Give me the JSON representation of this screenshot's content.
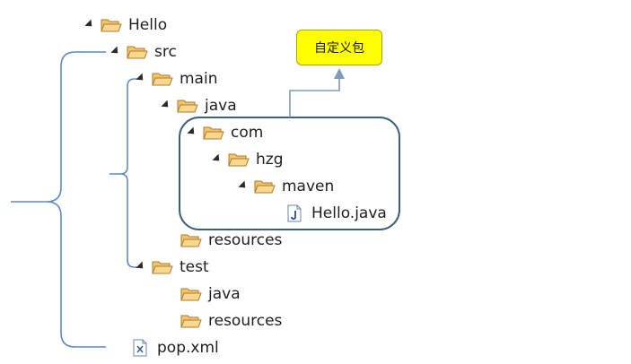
{
  "tree": {
    "hello": "Hello",
    "src": "src",
    "main": "main",
    "main_java": "java",
    "com": "com",
    "hzg": "hzg",
    "maven": "maven",
    "hello_java": "Hello.java",
    "main_resources": "resources",
    "test": "test",
    "test_java": "java",
    "test_resources": "resources",
    "pom": "pop.xml"
  },
  "callout": {
    "label": "自定义包"
  },
  "colors": {
    "folder_fill": "#f2c46e",
    "folder_stroke": "#b07a2a",
    "bracket": "#5b8ac2",
    "box_border": "#3d5f7e",
    "callout_fill": "#ffff00",
    "arrow": "#7f9bbb"
  },
  "icons": {
    "expanded": "triangle-expanded-icon",
    "folder": "folder-open-icon",
    "java_file": "java-file-icon",
    "xml_file": "xml-file-icon"
  }
}
